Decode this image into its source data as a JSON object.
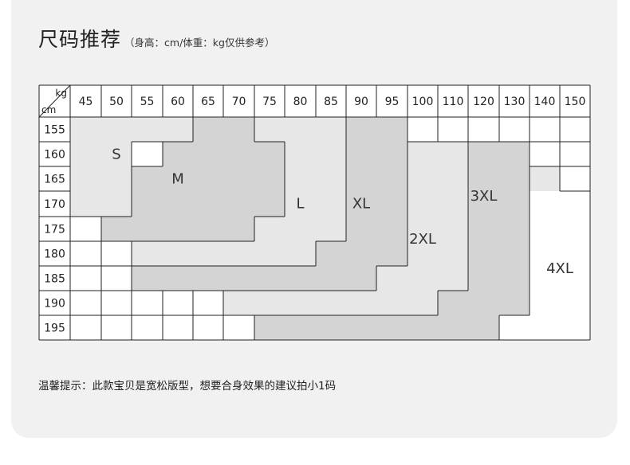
{
  "header": {
    "title": "尺码推荐",
    "subtitle": "（身高：cm/体重：kg仅供参考）"
  },
  "corner": {
    "weight_unit": "kg",
    "height_unit": "cm"
  },
  "weights": [
    "45",
    "50",
    "55",
    "60",
    "65",
    "70",
    "75",
    "80",
    "85",
    "90",
    "95",
    "100",
    "110",
    "120",
    "130",
    "140",
    "150"
  ],
  "heights": [
    "155",
    "160",
    "165",
    "170",
    "175",
    "180",
    "185",
    "190",
    "195"
  ],
  "sizes": [
    {
      "label": "S",
      "color": "#e7e7e7",
      "cells": [
        [
          0,
          0,
          3
        ],
        [
          1,
          0,
          1
        ],
        [
          2,
          0,
          1
        ],
        [
          3,
          0,
          1
        ]
      ]
    },
    {
      "label": "M",
      "color": "#d4d4d4",
      "cells": [
        [
          0,
          4,
          5
        ],
        [
          1,
          3,
          6
        ],
        [
          2,
          2,
          6
        ],
        [
          3,
          2,
          6
        ],
        [
          4,
          1,
          5
        ]
      ]
    },
    {
      "label": "L",
      "color": "#e7e7e7",
      "cells": [
        [
          0,
          6,
          8
        ],
        [
          1,
          7,
          8
        ],
        [
          2,
          7,
          8
        ],
        [
          3,
          7,
          8
        ],
        [
          4,
          6,
          8
        ],
        [
          5,
          2,
          7
        ]
      ]
    },
    {
      "label": "XL",
      "color": "#d4d4d4",
      "cells": [
        [
          0,
          9,
          10
        ],
        [
          1,
          9,
          10
        ],
        [
          2,
          9,
          10
        ],
        [
          3,
          9,
          10
        ],
        [
          4,
          9,
          10
        ],
        [
          5,
          8,
          10
        ],
        [
          6,
          2,
          9
        ]
      ]
    },
    {
      "label": "2XL",
      "color": "#e7e7e7",
      "cells": [
        [
          1,
          11,
          12
        ],
        [
          2,
          11,
          12
        ],
        [
          3,
          11,
          12
        ],
        [
          4,
          11,
          12
        ],
        [
          5,
          11,
          12
        ],
        [
          6,
          10,
          12
        ],
        [
          7,
          5,
          11
        ]
      ]
    },
    {
      "label": "3XL",
      "color": "#d4d4d4",
      "cells": [
        [
          1,
          13,
          14
        ],
        [
          2,
          13,
          14
        ],
        [
          3,
          13,
          14
        ],
        [
          4,
          13,
          14
        ],
        [
          5,
          13,
          14
        ],
        [
          6,
          13,
          14
        ],
        [
          7,
          12,
          14
        ],
        [
          8,
          6,
          13
        ]
      ]
    },
    {
      "label": "4XL",
      "color": "#e7e7e7",
      "cells": [
        [
          2,
          15,
          15
        ],
        [
          3,
          15,
          17
        ],
        [
          4,
          15,
          17
        ],
        [
          5,
          15,
          17
        ],
        [
          6,
          15,
          17
        ],
        [
          7,
          15,
          17
        ],
        [
          8,
          14,
          17
        ]
      ]
    }
  ],
  "footer": {
    "note": "温馨提示：此款宝贝是宽松版型，想要合身效果的建议拍小1码"
  }
}
